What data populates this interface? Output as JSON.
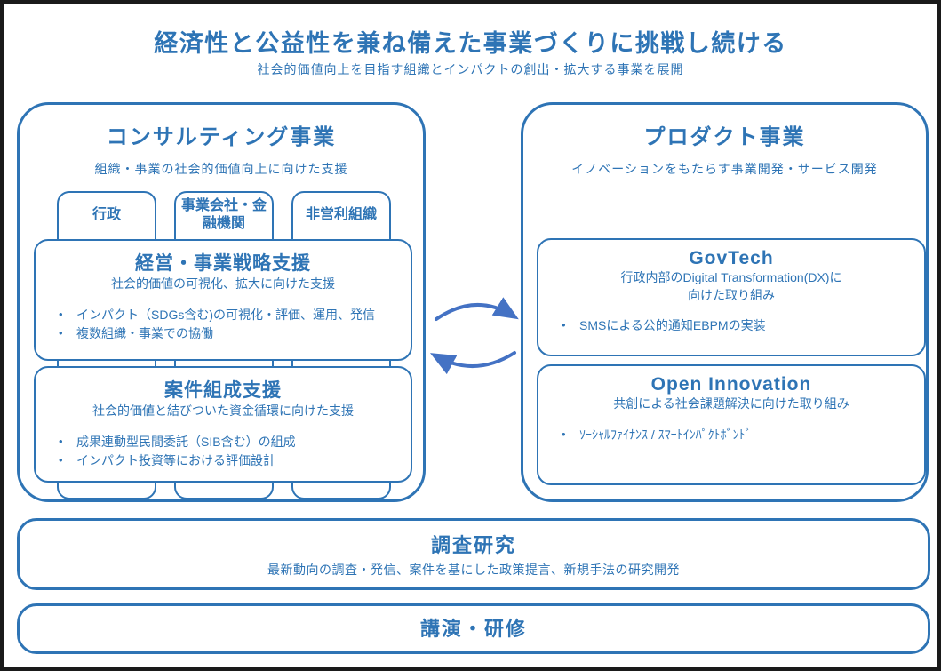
{
  "header": {
    "title": "経済性と公益性を兼ね備えた事業づくりに挑戦し続ける",
    "subtitle": "社会的価値向上を目指す組織とインパクトの創出・拡大する事業を展開"
  },
  "consulting": {
    "title": "コンサルティング事業",
    "subtitle": "組織・事業の社会的価値向上に向けた支援",
    "columns": [
      "行政",
      "事業会社・金融機関",
      "非営利組織"
    ],
    "boxes": [
      {
        "title": "経営・事業戦略支援",
        "subtitle": "社会的価値の可視化、拡大に向けた支援",
        "bullets": [
          "インパクト（SDGs含む)の可視化・評価、運用、発信",
          "複数組織・事業での協働"
        ]
      },
      {
        "title": "案件組成支援",
        "subtitle": "社会的価値と結びついた資金循環に向けた支援",
        "bullets": [
          "成果連動型民間委託（SIB含む）の組成",
          "インパクト投資等における評価設計"
        ]
      }
    ]
  },
  "product": {
    "title": "プロダクト事業",
    "subtitle": "イノベーションをもたらす事業開発・サービス開発",
    "boxes": [
      {
        "title": "GovTech",
        "subtitle": "行政内部のDigital Transformation(DX)に\n向けた取り組み",
        "bullets": [
          "SMSによる公的通知EBPMの実装"
        ]
      },
      {
        "title": "Open Innovation",
        "subtitle": "共創による社会課題解決に向けた取り組み",
        "bullets": [
          "ｿｰｼｬﾙﾌｧｲﾅﾝｽ / ｽﾏｰﾄｲﾝﾊﾟｸﾄﾎﾞﾝﾄﾞ"
        ]
      }
    ]
  },
  "research": {
    "title": "調査研究",
    "subtitle": "最新動向の調査・発信、案件を基にした政策提言、新規手法の研究開発"
  },
  "training": {
    "title": "講演・研修"
  },
  "icons": {
    "cycle_arrows": "cycle-arrows-icon"
  },
  "colors": {
    "accent_blue": "#2e74b5",
    "arrow_blue": "#4472c4",
    "frame_black": "#1a1a1a",
    "background": "#ffffff"
  }
}
